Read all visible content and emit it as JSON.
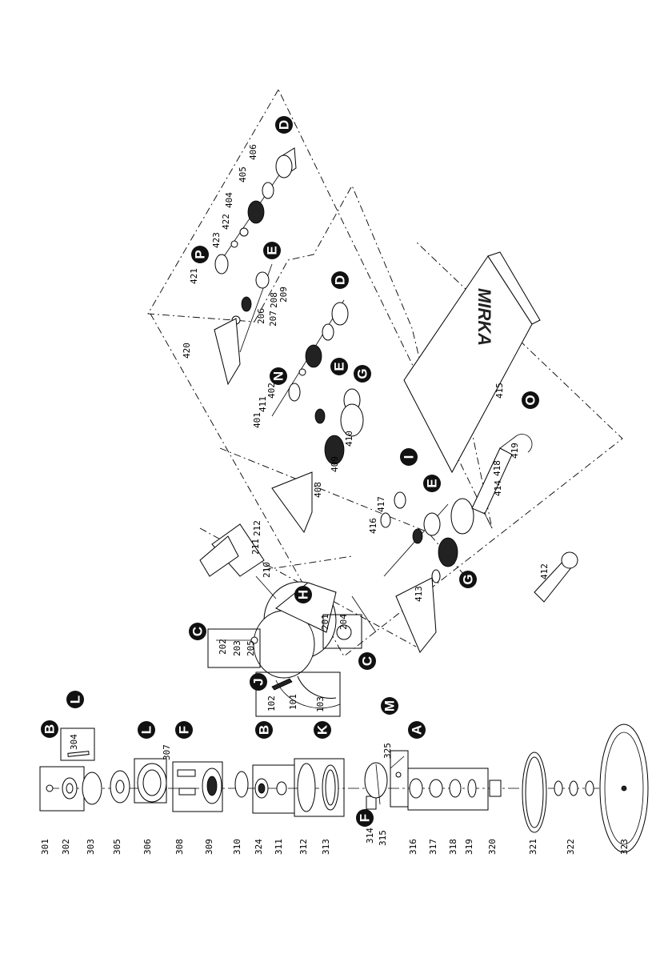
{
  "brand_text": "MIRKA",
  "callouts": [
    "A",
    "B",
    "B",
    "C",
    "C",
    "D",
    "D",
    "E",
    "E",
    "E",
    "F",
    "F",
    "G",
    "G",
    "H",
    "I",
    "J",
    "K",
    "L",
    "L",
    "M",
    "N",
    "O",
    "P"
  ],
  "part_numbers": {
    "group_100": [
      "101",
      "102",
      "103"
    ],
    "group_200": [
      "201",
      "202",
      "203",
      "204",
      "205",
      "206",
      "207",
      "208",
      "209",
      "210",
      "211",
      "212"
    ],
    "group_300": [
      "301",
      "302",
      "303",
      "304",
      "305",
      "306",
      "307",
      "308",
      "309",
      "310",
      "311",
      "312",
      "313",
      "314",
      "315",
      "316",
      "317",
      "318",
      "319",
      "320",
      "321",
      "322",
      "323",
      "324",
      "325"
    ],
    "group_400": [
      "401",
      "402",
      "404",
      "405",
      "406",
      "408",
      "409",
      "410",
      "411",
      "412",
      "413",
      "414",
      "415",
      "416",
      "417",
      "418",
      "419",
      "420",
      "421",
      "422",
      "423"
    ]
  }
}
